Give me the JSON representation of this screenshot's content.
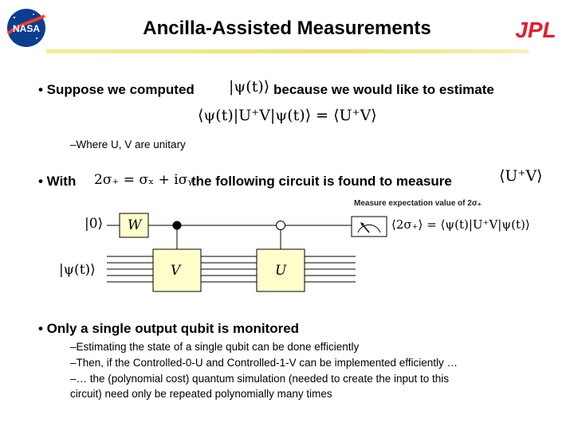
{
  "header": {
    "title": "Ancilla-Assisted Measurements",
    "logos": [
      {
        "name": "nasa-logo",
        "text": "NASA"
      },
      {
        "name": "jpl-logo",
        "text": "JPL"
      }
    ]
  },
  "bullets": {
    "b1_text_a": "• Suppose we computed",
    "b1_psi": "|ψ(t)⟩",
    "b1_text_b": "because we would like to estimate",
    "b1_equation": "⟨ψ(t)|U⁺V|ψ(t)⟩ = ⟨U⁺V⟩",
    "sub1": "–Where U, V are unitary",
    "b2_text_a": "• With",
    "b2_equation": "2σ₊ = σₓ + iσᵧ",
    "b2_text_b": "the following circuit is found to measure",
    "b2_target": "⟨U⁺V⟩",
    "b3_text": "• Only a single output qubit is monitored",
    "sub3": [
      "–Estimating the state of a single qubit can be done efficiently",
      "–Then, if the Controlled-0-U and Controlled-1-V can be implemented efficiently …",
      "–… the (polynomial cost) quantum simulation (needed to create the input to this",
      "circuit) need only be repeated polynomially many times"
    ]
  },
  "circuit": {
    "measure_label": "Measure expectation value of 2σ₊",
    "ancilla_input": "|0⟩",
    "register_input": "|ψ(t)⟩",
    "gate_w": "W",
    "gate_v": "V",
    "gate_u": "U",
    "output_equation": "⟨2σ₊⟩ = ⟨ψ(t)|U⁺V|ψ(t)⟩",
    "colors": {
      "gate_fill": "#ffffcc",
      "wire": "#000000"
    }
  }
}
